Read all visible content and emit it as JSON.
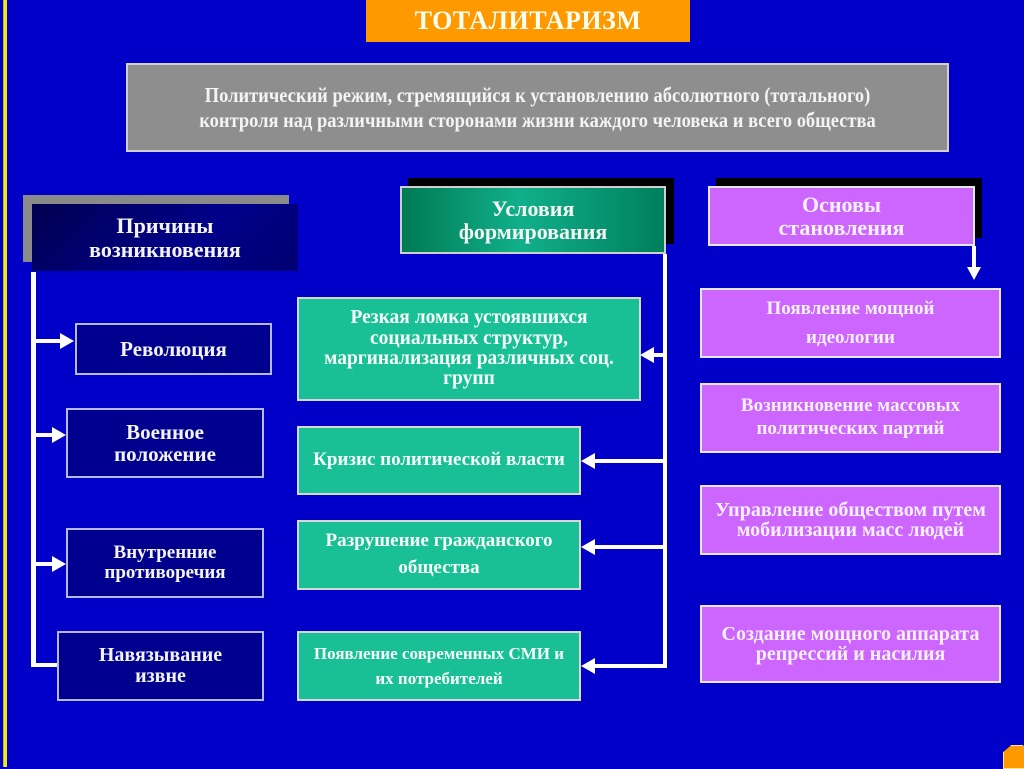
{
  "title": "ТОТАЛИТАРИЗМ",
  "definition": "Политический режим, стремящийся к установлению абсолютного (тотального) контроля над различными сторонами жизни каждого человека и всего общества",
  "columns": {
    "causes": {
      "header": "Причины возникновения",
      "items": [
        "Революция",
        "Военное положение",
        "Внутренние противоречия",
        "Навязывание извне"
      ]
    },
    "conditions": {
      "header": "Условия формирования",
      "items": [
        "Резкая ломка устоявшихся социальных структур, маргинализация различных соц. групп",
        "Кризис политической власти",
        "Разрушение гражданского общества",
        "Появление современных СМИ и их потребителей"
      ]
    },
    "foundations": {
      "header": "Основы становления",
      "items": [
        "Появление мощной идеологии",
        "Возникновение массовых политических партий",
        "Управление обществом путем мобилизации масс людей",
        "Создание мощного аппарата   репрессий и насилия"
      ]
    }
  },
  "colors": {
    "background": "#0000C8",
    "title": "#FF9900",
    "definition": "#8E8E8E",
    "causes": "#00008F",
    "conditions": "#19C095",
    "foundations": "#CC66FF"
  }
}
